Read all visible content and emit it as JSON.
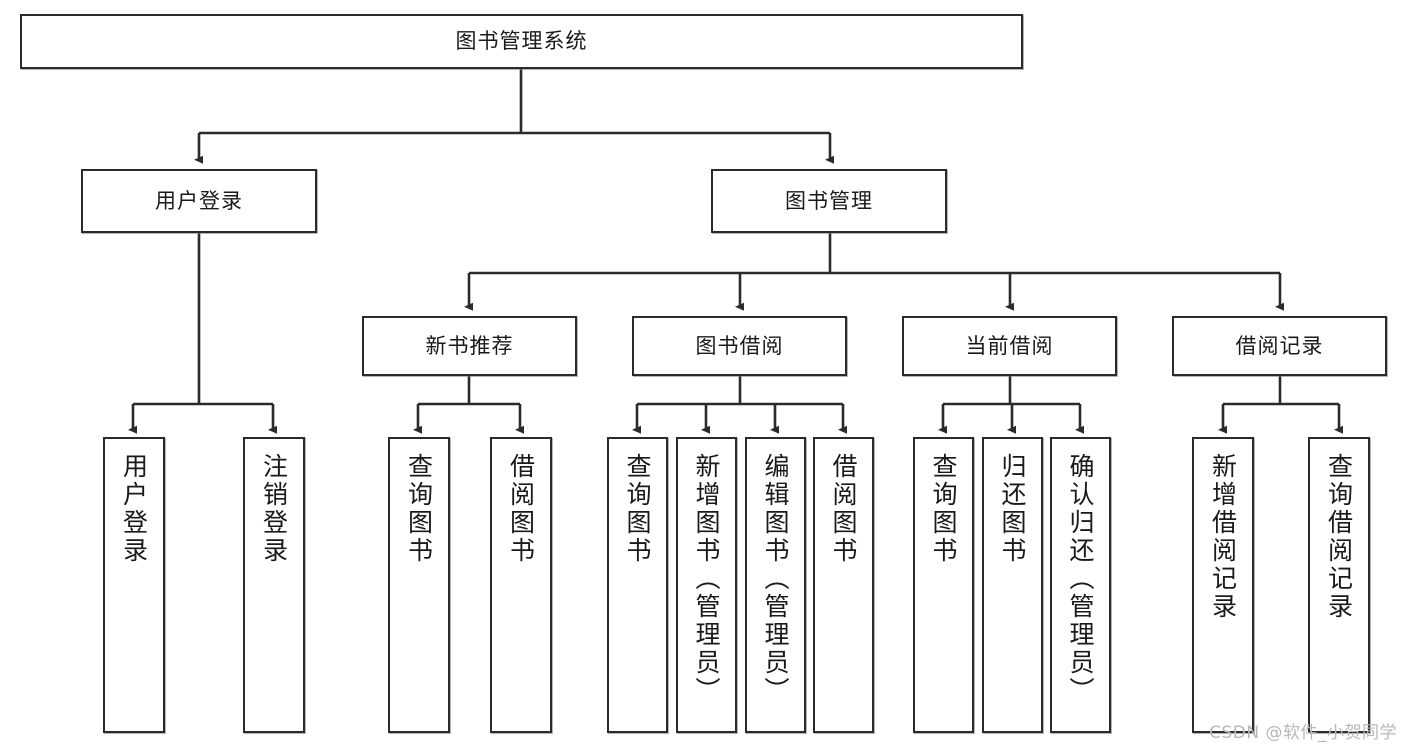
{
  "diagram": {
    "title": "图书管理系统",
    "type": "tree",
    "root": {
      "label": "图书管理系统"
    },
    "level2": [
      {
        "label": "用户登录"
      },
      {
        "label": "图书管理"
      }
    ],
    "level3": [
      {
        "label": "新书推荐"
      },
      {
        "label": "图书借阅"
      },
      {
        "label": "当前借阅"
      },
      {
        "label": "借阅记录"
      }
    ],
    "leaves": {
      "user_login": [
        {
          "label": "用户登录"
        },
        {
          "label": "注销登录"
        }
      ],
      "new_book_recommend": [
        {
          "label": "查询图书"
        },
        {
          "label": "借阅图书"
        }
      ],
      "book_borrow": [
        {
          "label": "查询图书"
        },
        {
          "label": "新增图书（管理员）"
        },
        {
          "label": "编辑图书（管理员）"
        },
        {
          "label": "借阅图书"
        }
      ],
      "current_borrow": [
        {
          "label": "查询图书"
        },
        {
          "label": "归还图书"
        },
        {
          "label": "确认归还（管理员）"
        }
      ],
      "borrow_record": [
        {
          "label": "新增借阅记录"
        },
        {
          "label": "查询借阅记录"
        }
      ]
    }
  },
  "watermark": {
    "text": "CSDN @软件_小贺同学"
  },
  "colors": {
    "stroke": "#2b2b2b",
    "fill": "#ffffff",
    "text": "#1a1a1a",
    "watermark": "#b8b8b8"
  }
}
